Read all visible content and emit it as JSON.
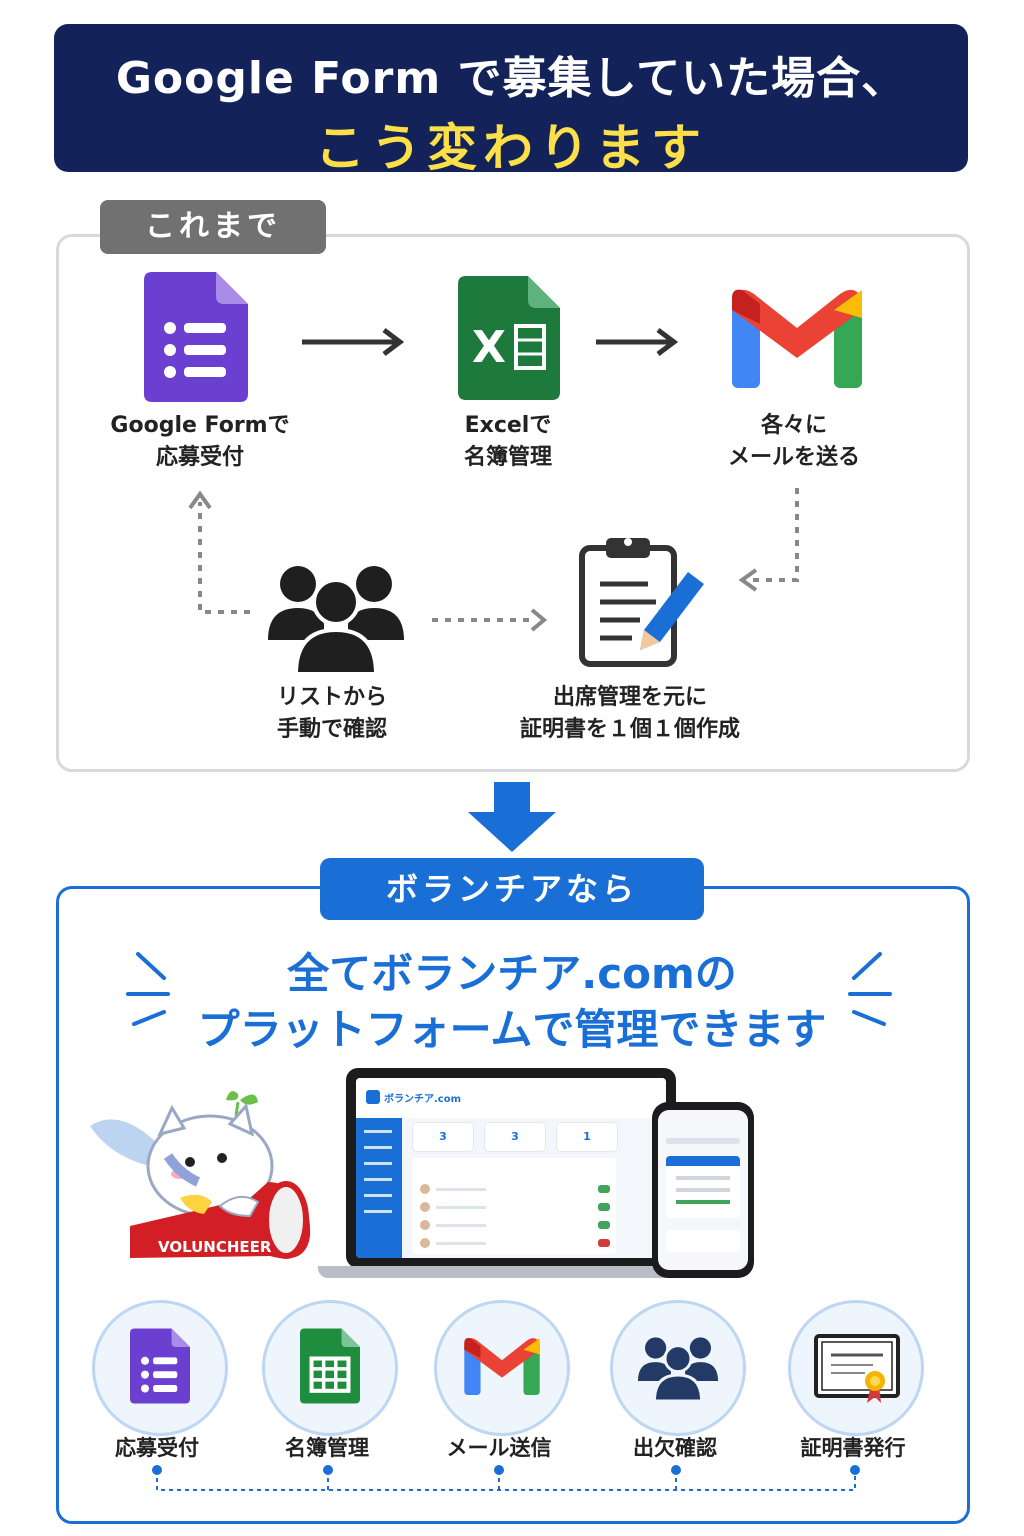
{
  "header": {
    "line1": "Google Form で募集していた場合、",
    "line2": "こう変わります"
  },
  "before": {
    "tag": "これまで",
    "steps": [
      {
        "icon": "google-forms-icon",
        "line1": "Google Formで",
        "line2": "応募受付"
      },
      {
        "icon": "excel-icon",
        "line1": "Excelで",
        "line2": "名簿管理"
      },
      {
        "icon": "gmail-icon",
        "line1": "各々に",
        "line2": "メールを送る"
      },
      {
        "icon": "clipboard-pen-icon",
        "line1": "出席管理を元に",
        "line2": "証明書を１個１個作成"
      },
      {
        "icon": "people-icon",
        "line1": "リストから",
        "line2": "手動で確認"
      }
    ]
  },
  "after": {
    "tag": "ボランチアなら",
    "headline1": "全てボランチア.comの",
    "headline2": "プラットフォームで管理できます",
    "mascot_text": "VOLUNCHEER",
    "app": {
      "brand": "ボランチア.com",
      "stats": [
        "3",
        "3",
        "1"
      ]
    },
    "features": [
      {
        "icon": "google-forms-icon",
        "label": "応募受付"
      },
      {
        "icon": "sheets-icon",
        "label": "名簿管理"
      },
      {
        "icon": "gmail-icon",
        "label": "メール送信"
      },
      {
        "icon": "people-icon",
        "label": "出欠確認"
      },
      {
        "icon": "certificate-icon",
        "label": "証明書発行"
      }
    ]
  },
  "colors": {
    "navy": "#13235a",
    "yellow": "#fde047",
    "blue": "#1a6fd6",
    "gray_tag": "#717171"
  }
}
